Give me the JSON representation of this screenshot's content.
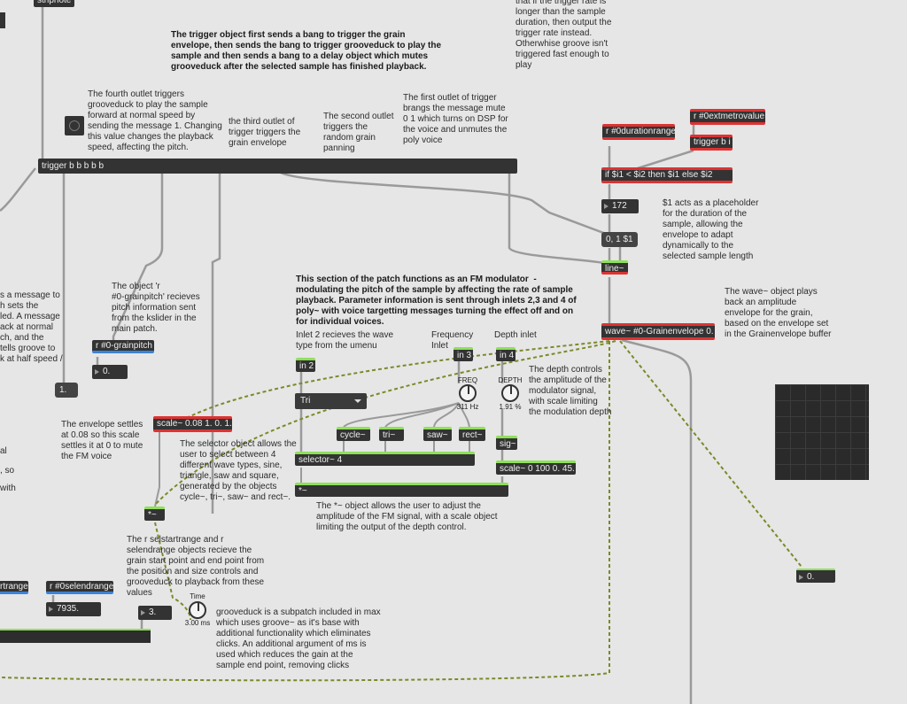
{
  "objects": {
    "stripnote": "stripnote",
    "trigger": "trigger b b b b b",
    "r_durationrange": "r #0durationrange",
    "r_extmetro": "r #0extmetrovalue",
    "trigger_bi": "trigger b i",
    "if_expr": "if $i1 < $i2 then $i1 else $i2",
    "num_172": "172",
    "msg_01": "0, 1 $1",
    "line": "line~",
    "wave": "wave~ #0-Grainenvelope 0.",
    "r_grainpitch": "r #0-grainpitch",
    "num_grainpitch": "0.",
    "msg_1": "1.",
    "scale_env": "scale~ 0.08 1. 0. 1.",
    "in2": "in 2",
    "umenu_value": "Tri",
    "in3": "in 3",
    "in4": "in 4",
    "freq_label": "FREQ",
    "freq_value": "311 Hz",
    "depth_label": "DEPTH",
    "depth_value": "1.91 %",
    "cycle": "cycle~",
    "tri": "tri~",
    "saw": "saw~",
    "rect": "rect~",
    "sig": "sig~",
    "selector": "selector~ 4",
    "scale_depth": "scale~ 0 100 0. 45.",
    "times": "*~",
    "times_left": "*~",
    "r_selstartrange": "rtrange",
    "r_selendrange": "r #0selendrange",
    "num_7935": "7935.",
    "num_3": "3.",
    "time_label": "Time",
    "time_value": "3.00 ms",
    "num_out": "0."
  },
  "comments": {
    "top_paragraph": "The trigger object first sends a bang to trigger the grain\nenvelope, then sends the bang to trigger grooveduck to play the\nsample and then sends a bang to a delay object which mutes\ngrooveduck after the selected sample has finished playback.",
    "top_right": "that if the trigger rate is\nlonger than the sample\nduration, then output the\ntrigger rate instead.\nOtherwhise groove isn't\ntriggered fast enough to\nplay",
    "fourth_outlet": "The fourth outlet triggers\ngrooveduck to play the sample\nforward at normal speed by\nsending the message 1. Changing\nthis value changes the playback\nspeed, affecting the pitch.",
    "third_outlet": "the third outlet of\ntrigger triggers the\ngrain envelope",
    "second_outlet": "The second outlet\ntriggers the\nrandom grain\npanning",
    "first_outlet": "The first outlet of trigger\nbrangs the message mute\n0 1 which turns on DSP for\nthe voice and unmutes the\npoly voice",
    "placeholder": "$1 acts as a placeholder\nfor the duration of the\nsample, allowing the\nenvelope to adapt\ndynamically to the\nselected sample length",
    "fm_section": "This section of the patch functions as an FM modulator  -\nmodulating the pitch of the sample by affecting the rate of sample\nplayback. Parameter information is sent through inlets 2,3 and 4 of\npoly~ with voice targetting messages turning the effect off and on\nfor individual voices.",
    "object_r": "The object 'r\n#0-grainpitch' recieves\npitch information sent\nfrom the kslider in the\nmain patch.",
    "left_edge": "s a message to\nh sets the\nled. A message\nack at normal\nch, and the\ntells groove to\nk at half speed /",
    "left_al": "al",
    "left_so": ", so",
    "left_with": "with",
    "wave_desc": "The wave~ object plays\nback an amplitude\nenvelope for the grain,\nbased on the envelope set\nin the Grainenvelope buffer",
    "inlet2": "Inlet 2 recieves the wave\ntype from the umenu",
    "freq_inlet": "Frequency\nInlet",
    "depth_inlet": "Depth inlet",
    "depth_controls": "The depth controls\nthe amplitude of the\nmodulator signal,\nwith scale limiting\nthe modulation depth",
    "envelope_settles": "The envelope settles\nat 0.08 so this scale\nsettles it at 0 to mute\nthe FM voice",
    "selector_desc": "The selector object allows the\nuser to select between 4\ndifferent wave types, sine,\ntriangle, saw and square,\ngenerated by the objects\ncycle~, tri~, saw~ and rect~.",
    "times_desc": "The *~ object allows the user to adjust the\namplitude of the FM signal, with a scale object\nlimiting the output of the depth control.",
    "selstart_desc": "The r selstartrange and r\nselendrange objects recieve the\ngrain start point and end point from\nthe position and size controls and\ngrooveduck to playback from these\nvalues",
    "grooveduck_desc": "grooveduck is a subpatch included in max\nwhich uses groove~ as it's base with\nadditional functionality which eliminates\nclicks. An additional argument of ms is\nused which reduces the gain at the\nsample end point, removing clicks"
  },
  "colors": {
    "background": "#e6e6e6",
    "object": "#333333",
    "signal_wire": "#8ee05a",
    "receive_red": "#dd3333",
    "inlet_green": "#8ee05a",
    "grainpitch_blue": "#3b82d6"
  }
}
